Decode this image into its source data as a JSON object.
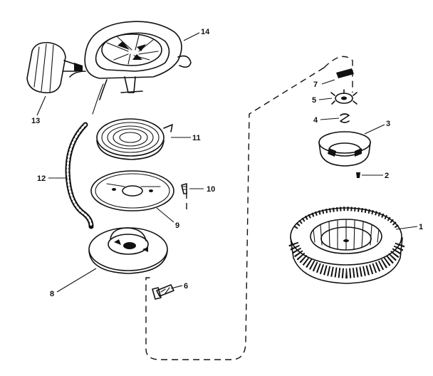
{
  "parts": [
    {
      "id": "starter-housing",
      "callout": "14"
    },
    {
      "id": "starter-handle",
      "callout": "13"
    },
    {
      "id": "recoil-spring",
      "callout": "11"
    },
    {
      "id": "starter-rope",
      "callout": "12"
    },
    {
      "id": "screw-10",
      "callout": "10"
    },
    {
      "id": "spring-cover-plate",
      "callout": "9"
    },
    {
      "id": "rope-pulley",
      "callout": "8"
    },
    {
      "id": "center-screw",
      "callout": "6"
    },
    {
      "id": "retainer-7",
      "callout": "7"
    },
    {
      "id": "dog-assembly",
      "callout": "5"
    },
    {
      "id": "spring-4",
      "callout": "4"
    },
    {
      "id": "starter-cup",
      "callout": "3"
    },
    {
      "id": "screw-2",
      "callout": "2"
    },
    {
      "id": "flywheel-screen",
      "callout": "1"
    }
  ],
  "colors": {
    "ink": "#111111",
    "paper": "#ffffff"
  }
}
